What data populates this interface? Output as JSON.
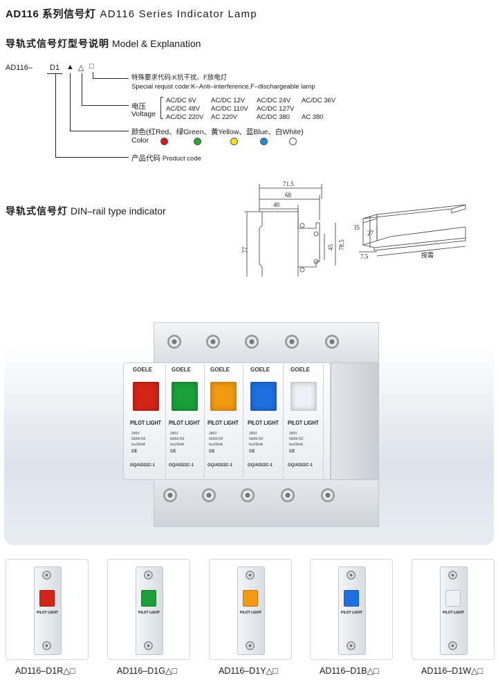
{
  "title": {
    "cn": "AD116 系列信号灯",
    "en": "AD116 Series Indicator Lamp"
  },
  "model_section": {
    "heading_cn": "导轨式信号灯型号说明",
    "heading_en": "Model & Explanation",
    "prefix": "AD116–",
    "code": "D1",
    "symbols": [
      "▲",
      "△",
      "□"
    ],
    "special_cn": "特殊要求代码:K抗干扰、F放电灯",
    "special_en": "Special requst code:K–Anti–interference,F–dischargeable lamp",
    "voltage_cn": "电压",
    "voltage_en": "Voltage",
    "voltages": [
      [
        "AC/DC 6V",
        "AC/DC 12V",
        "AC/DC 24V",
        "AC/DC 36V"
      ],
      [
        "AC/DC 48V",
        "AC/DC 110V",
        "AC/DC 127V",
        ""
      ],
      [
        "AC/DC 220V",
        "AC 220V",
        "AC/DC 380",
        "AC 380"
      ]
    ],
    "color_cn": "颜色",
    "color_en": "Color",
    "colors_label": "颜色(红Red、绿Green、黄Yellow、蓝Blue、白White)",
    "color_swatches": [
      "#d8141b",
      "#2aa43a",
      "#f2e21b",
      "#1e8fd6",
      "#ffffff"
    ],
    "product_cn": "产品代码",
    "product_en": "Product code"
  },
  "din_section": {
    "heading_cn": "导轨式信号灯",
    "heading_en": "DIN–rail type indicator"
  },
  "dimensions": {
    "w1": "71.5",
    "w2": "68",
    "w3": "40",
    "h1": "77",
    "h2": "45",
    "h3": "78.5",
    "rail_h1": "35",
    "rail_h2": "27",
    "rail_d": "7.5",
    "rail_label": "按需"
  },
  "modules": [
    {
      "brand": "GOELE",
      "label": "PILOT LIGHT",
      "spec1": "240V",
      "spec2": "50/60 HZ",
      "spec3": "Ie≤20mA",
      "model": "GQ/AD22C-1",
      "color": "#d42418"
    },
    {
      "brand": "GOELE",
      "label": "PILOT LIGHT",
      "spec1": "240V",
      "spec2": "50/60 HZ",
      "spec3": "Ie≤20mA",
      "model": "GQ/AD22C-1",
      "color": "#19a03a"
    },
    {
      "brand": "GOELE",
      "label": "PILOT LIGHT",
      "spec1": "240V",
      "spec2": "50/60 HZ",
      "spec3": "Ie≤20mA",
      "model": "GQ/AD22C-1",
      "color": "#f29a12"
    },
    {
      "brand": "GOELE",
      "label": "PILOT LIGHT",
      "spec1": "240V",
      "spec2": "50/60 HZ",
      "spec3": "Ie≤20mA",
      "model": "GQ/AD22C-1",
      "color": "#1e6fe0"
    },
    {
      "brand": "GOELE",
      "label": "PILOT LIGHT",
      "spec1": "240V",
      "spec2": "50/60 HZ",
      "spec3": "Ie≤20mA",
      "model": "GQ/AD22C-1",
      "color": "#eef0f7"
    }
  ],
  "products": [
    {
      "caption": "AD116–D1R△□",
      "color": "#d42418"
    },
    {
      "caption": "AD116–D1G△□",
      "color": "#19a03a"
    },
    {
      "caption": "AD116–D1Y△□",
      "color": "#f29a12"
    },
    {
      "caption": "AD116–D1B△□",
      "color": "#1e6fe0"
    },
    {
      "caption": "AD116–D1W△□",
      "color": "#eef0f7"
    }
  ]
}
